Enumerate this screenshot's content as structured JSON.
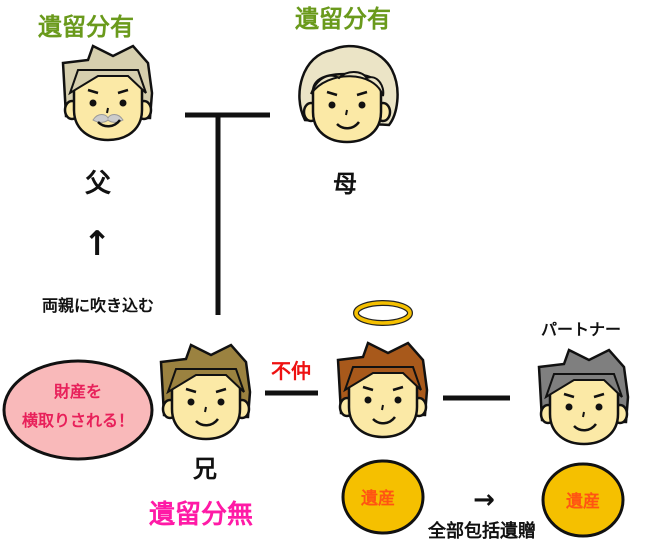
{
  "father": {
    "status": "遺留分有",
    "label": "父",
    "hair_color": "#d6cfae"
  },
  "mother": {
    "status": "遺留分有",
    "label": "母",
    "hair_color": "#ebe4c6"
  },
  "arrow_up": "↑",
  "influence_note": "両親に吹き込む",
  "brother": {
    "label": "兄",
    "status": "遺留分無",
    "hair_color": "#9b8240"
  },
  "speech_bubble": {
    "line1": "財産を",
    "line2": "横取りされる！"
  },
  "conflict_label": "不仲",
  "deceased": {
    "hair_color": "#a8591b",
    "estate": "遺産"
  },
  "partner": {
    "label": "パートナー",
    "hair_color": "#7f7f7f",
    "estate": "遺産"
  },
  "arrow_right": "→",
  "bequest_label": "全部包括遺贈",
  "colors": {
    "green": "#6a9a1c",
    "magenta": "#ff1aa6",
    "red": "#ee1111",
    "pink_fill": "#f9b9ba",
    "pink_text": "#e8205a",
    "gold": "#f5c000",
    "estate_text": "#ff5512",
    "skin": "#fbe9a6"
  }
}
